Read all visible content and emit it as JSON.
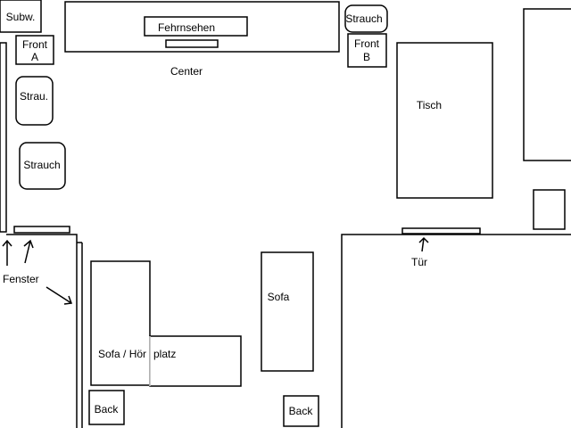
{
  "plan": {
    "subwoofer": "Subw.",
    "tv": "Fehrnsehen",
    "center": "Center",
    "front_a_line1": "Front",
    "front_a_line2": "A",
    "front_b_line1": "Front",
    "front_b_line2": "B",
    "strauch_top": "Strauch",
    "strauch_small": "Strau.",
    "strauch_left": "Strauch",
    "table": "Tisch",
    "door": "Tür",
    "window": "Fenster",
    "sofa_right": "Sofa",
    "sofa_listening": "Sofa / Hör",
    "sofa_listening_suffix": "platz",
    "back_left": "Back",
    "back_right": "Back"
  }
}
